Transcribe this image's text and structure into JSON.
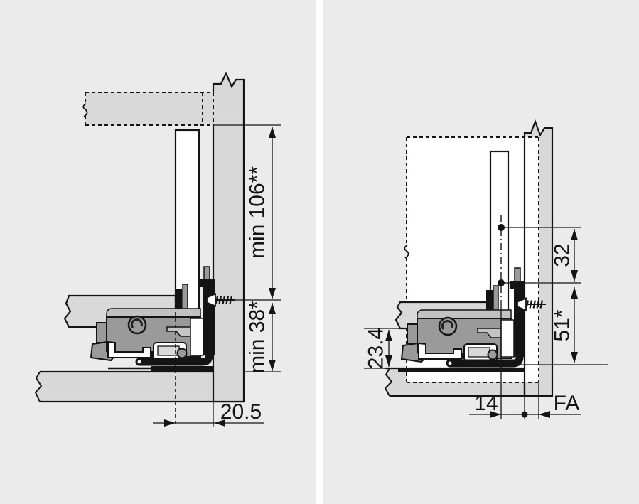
{
  "page": {
    "background": "#ffffff",
    "panel_background": "#ebebeb",
    "outline_color": "#141414",
    "board_fill": "#d8d8d8",
    "hardware_fill": "#9a9a9a",
    "hardware_light_fill": "#c4c4c4"
  },
  "left_diagram": {
    "labels": {
      "min_top_clearance": "min 106**",
      "min_bottom_clearance": "min 38*",
      "back_offset": "20.5"
    }
  },
  "right_diagram": {
    "labels": {
      "hole_pitch": "32",
      "lower_hole_height": "51*",
      "bottom_inset": "23.4",
      "hole_to_edge": "14",
      "front_gap": "FA"
    }
  }
}
